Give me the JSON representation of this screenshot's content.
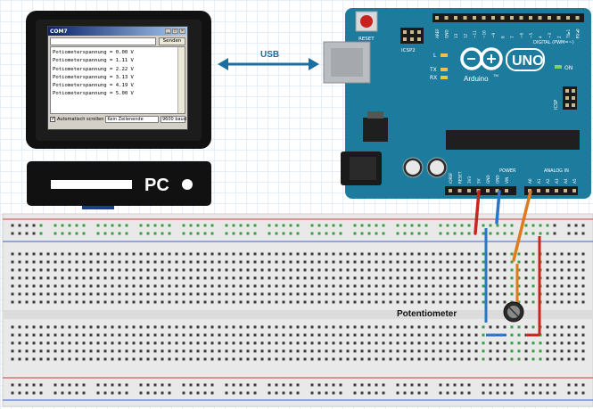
{
  "pc": {
    "label": "PC",
    "serial_monitor": {
      "title": "COM7",
      "send_button": "Senden",
      "output_lines": [
        "Potiometerspannung = 0.00 V",
        "Potiometerspannung = 1.11 V",
        "Potiometerspannung = 2.22 V",
        "Potiometerspannung = 3.13 V",
        "Potiometerspannung = 4.19 V",
        "Potiometerspannung = 5.00 V"
      ],
      "autoscroll_label": "Automatisch scrollen",
      "line_ending": "Kein Zeilenende",
      "baud_rate": "9600 baud"
    }
  },
  "usb_label": "USB",
  "arduino": {
    "reset_label": "RESET",
    "icsp2_label": "ICSP2",
    "icsp_label": "ICSP",
    "brand": "Arduino",
    "trademark": "TM",
    "model": "UNO",
    "on_label": "ON",
    "l_label": "L",
    "tx_label": "TX",
    "rx_label": "RX",
    "digital_label": "DIGITAL (PWM=~)",
    "power_label": "POWER",
    "analog_label": "ANALOG IN",
    "digital_pins": [
      "AREF",
      "GND",
      "13",
      "12",
      "~11",
      "~10",
      "~9",
      "8",
      "7",
      "~6",
      "~5",
      "4",
      "~3",
      "2",
      "TX▸1",
      "RX◂0"
    ],
    "power_pins": [
      "IOREF",
      "RESET",
      "3V3",
      "5V",
      "GND",
      "GND",
      "VIN"
    ],
    "analog_pins": [
      "A0",
      "A1",
      "A2",
      "A3",
      "A4",
      "A5"
    ]
  },
  "potentiometer_label": "Potentiometer",
  "colors": {
    "board": "#1d7b9d",
    "wire_red": "#c8261b",
    "wire_blue": "#2c74c6",
    "wire_orange": "#e07b1c",
    "breadboard": "#e9e9e9",
    "rail_red": "#d04040",
    "rail_blue": "#3a5fd0"
  }
}
